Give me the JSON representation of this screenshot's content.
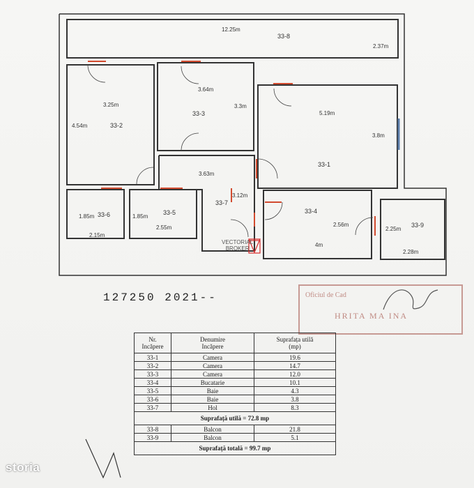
{
  "plan": {
    "dims": {
      "d1": "12.25m",
      "d2": "2.37m",
      "d3": "3.25m",
      "d4": "4.54m",
      "d5": "3.64m",
      "d6": "3.3m",
      "d7": "5.19m",
      "d8": "3.8m",
      "d9": "3.63m",
      "d10": "3.12m",
      "d11": "1.85m",
      "d12": "2.15m",
      "d13": "1.85m",
      "d14": "2.55m",
      "d15": "2.56m",
      "d16": "4m",
      "d17": "2.25m",
      "d18": "2.28m"
    },
    "rooms": {
      "r1": "33-1",
      "r2": "33-2",
      "r3": "33-3",
      "r4": "33-4",
      "r5": "33-5",
      "r6": "33-6",
      "r7": "33-7",
      "r8": "33-8",
      "r9": "33-9"
    }
  },
  "watermark": {
    "line1": "VECTORIAL",
    "line2": "BROKER"
  },
  "document": {
    "reference": "127250 2021--"
  },
  "stamp": {
    "line1": "Oficiul de Cad",
    "line2": "HRITA MA INA"
  },
  "table": {
    "headers": [
      "Nr.",
      "Denumire",
      "Suprafața utilă"
    ],
    "headers_sub": [
      "Incăpere",
      "Incăpere",
      "(mp)"
    ],
    "rows": [
      {
        "nr": "33-1",
        "name": "Camera",
        "area": "19.6"
      },
      {
        "nr": "33-2",
        "name": "Camera",
        "area": "14.7"
      },
      {
        "nr": "33-3",
        "name": "Camera",
        "area": "12.0"
      },
      {
        "nr": "33-4",
        "name": "Bucatarie",
        "area": "10.1"
      },
      {
        "nr": "33-5",
        "name": "Baie",
        "area": "4.3"
      },
      {
        "nr": "33-6",
        "name": "Baie",
        "area": "3.8"
      },
      {
        "nr": "33-7",
        "name": "Hol",
        "area": "8.3"
      }
    ],
    "usable_total": "Suprafață utilă = 72.8 mp",
    "rows2": [
      {
        "nr": "33-8",
        "name": "Balcon",
        "area": "21.8"
      },
      {
        "nr": "33-9",
        "name": "Balcon",
        "area": "5.1"
      }
    ],
    "grand_total": "Suprafață totală = 99.7 mp"
  },
  "branding": {
    "logo": "storia"
  }
}
